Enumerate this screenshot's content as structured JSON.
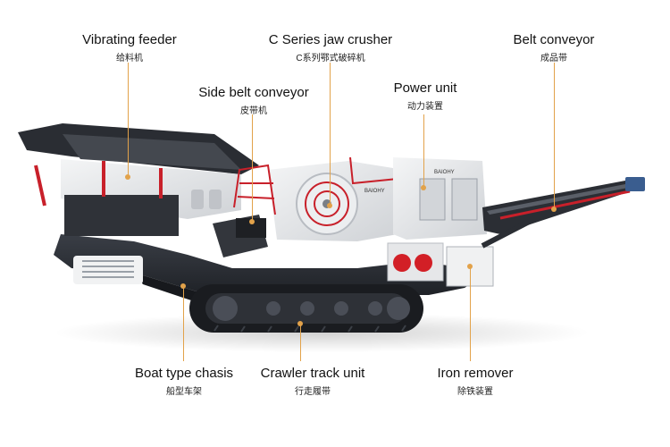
{
  "labels": {
    "vibrating_feeder": {
      "en": "Vibrating feeder",
      "zh": "给料机"
    },
    "jaw_crusher": {
      "en": "C Series jaw crusher",
      "zh": "C系列鄂式破碎机"
    },
    "belt_conveyor": {
      "en": "Belt conveyor",
      "zh": "成品带"
    },
    "side_belt_conveyor": {
      "en": "Side belt conveyor",
      "zh": "皮带机"
    },
    "power_unit": {
      "en": "Power unit",
      "zh": "动力装置"
    },
    "boat_chassis": {
      "en": "Boat type chasis",
      "zh": "船型车架"
    },
    "crawler_track": {
      "en": "Crawler track unit",
      "zh": "行走履带"
    },
    "iron_remover": {
      "en": "Iron remover",
      "zh": "除铁装置"
    }
  },
  "machine": {
    "brand_plate": "BAIOHY"
  },
  "colors": {
    "frame_dark": "#2e3138",
    "frame_mid": "#4a4e57",
    "panel_light": "#e9eaec",
    "rail_red": "#c8202a",
    "leader_orange": "#e2a24a",
    "conveyor_blue": "#3a5d8f"
  }
}
